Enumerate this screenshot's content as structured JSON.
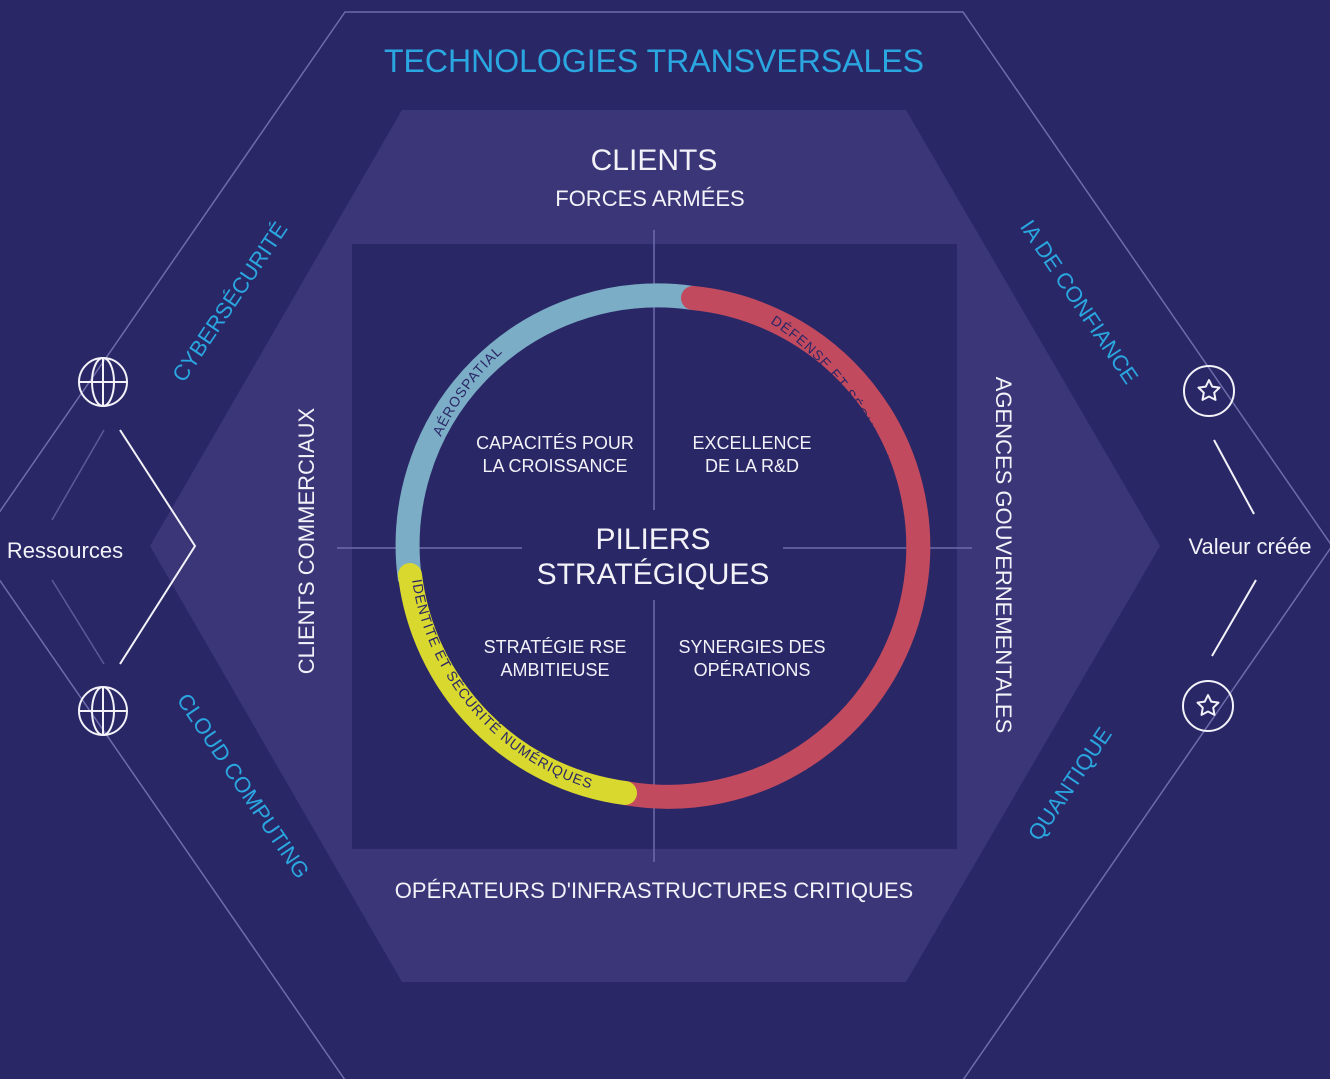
{
  "colors": {
    "background": "#2a2767",
    "inner_hexagon": "#3b3678",
    "square": "#2a2767",
    "accent_blue": "#2aa7e0",
    "text_white": "#f2f2f8",
    "arc_aerospatial": "#7cadc6",
    "arc_defense": "#c24a5e",
    "arc_identity": "#d8d82e",
    "line": "#8f8cc4"
  },
  "header": {
    "title": "TECHNOLOGIES TRANSVERSALES"
  },
  "technologies": {
    "top_left": "CYBERSÉCURITÉ",
    "top_right": "IA DE CONFIANCE",
    "bottom_left": "CLOUD COMPUTING",
    "bottom_right": "QUANTIQUE"
  },
  "clients": {
    "title": "CLIENTS",
    "top": "FORCES ARMÉES",
    "left": "CLIENTS COMMERCIAUX",
    "right": "AGENCES GOUVERNEMENTALES",
    "bottom": "OPÉRATEURS D'INFRASTRUCTURES CRITIQUES"
  },
  "center": {
    "line1": "PILIERS",
    "line2": "STRATÉGIQUES"
  },
  "pillars": {
    "top_left": [
      "CAPACITÉS POUR",
      "LA CROISSANCE"
    ],
    "top_right": [
      "EXCELLENCE",
      "DE LA R&D"
    ],
    "bottom_left": [
      "STRATÉGIE RSE",
      "AMBITIEUSE"
    ],
    "bottom_right": [
      "SYNERGIES DES",
      "OPÉRATIONS"
    ]
  },
  "domains": {
    "aerospatial": "AÉROSPATIAL",
    "defense": "DÉFENSE ET SÉCURITÉ",
    "identity": "IDENTITÉ ET SÉCURITÉ NUMÉRIQUES"
  },
  "sides": {
    "left": "Ressources",
    "right": "Valeur créée"
  },
  "icons": {
    "left_top": "globe-icon",
    "left_bottom": "globe-icon",
    "right_top": "star-badge-icon",
    "right_bottom": "star-badge-icon"
  }
}
